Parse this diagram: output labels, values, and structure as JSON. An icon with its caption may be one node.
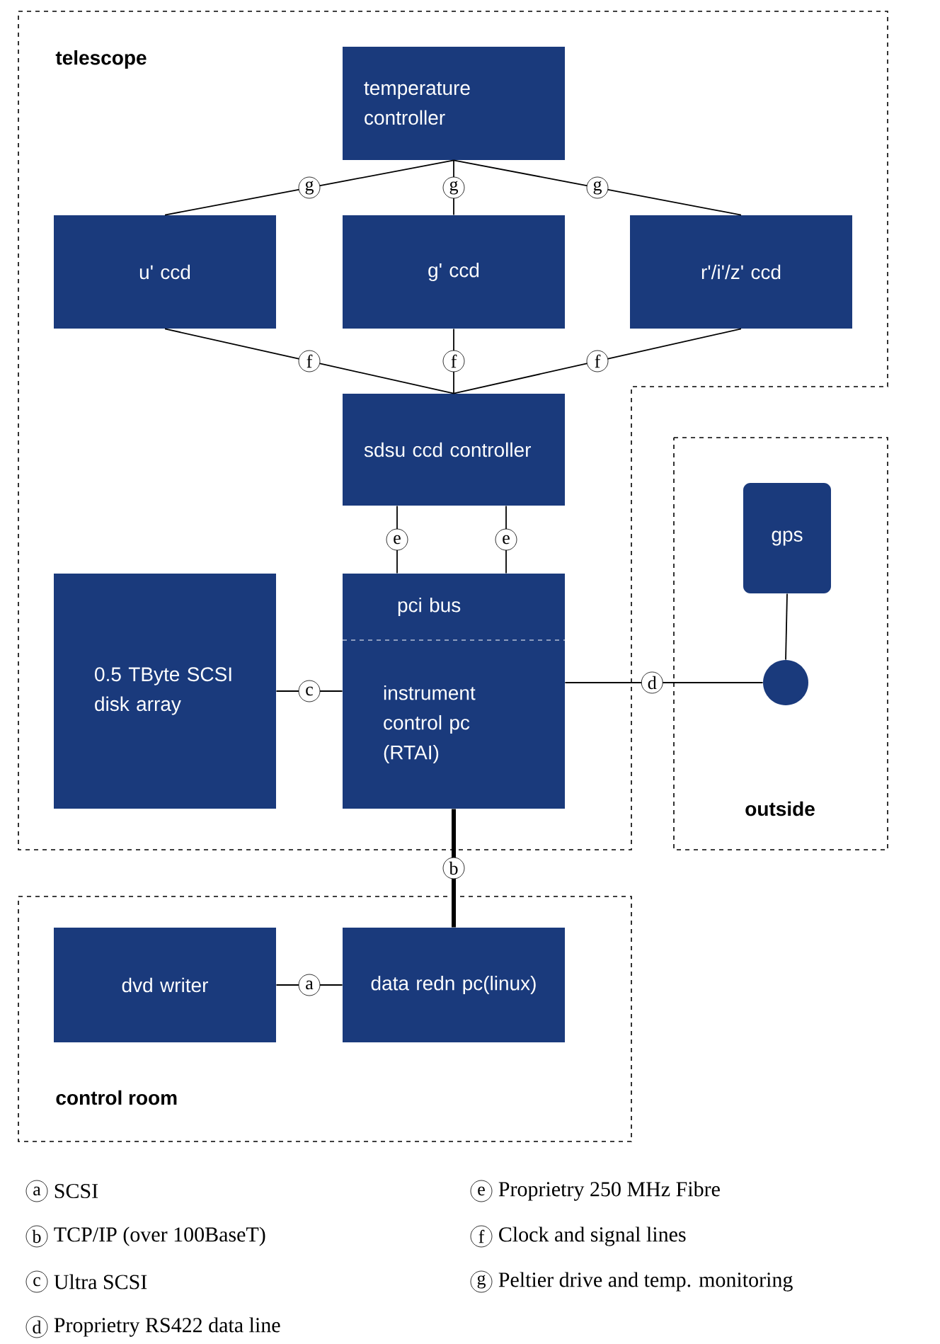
{
  "diagram": {
    "nodes": [
      {
        "text": [
          "telescope"
        ]
      },
      {
        "text": [
          "temperature controller"
        ],
        "in": 0
      },
      {
        "text": [
          "u' ccd"
        ],
        "in": 0
      },
      {
        "text": [
          "g' ccd"
        ],
        "in": 0
      },
      {
        "text": [
          "r'/i'/z' ccd"
        ],
        "in": 0
      },
      {
        "text": [
          "sdsu ccd controller"
        ],
        "in": 0
      },
      {
        "text": [
          "0.5 TByte SCSI disk array"
        ],
        "in": 0
      },
      {
        "text": [
          "pci bus",
          "instrument control pc (RTAI)"
        ],
        "in": 0
      },
      {
        "text": [
          "outside"
        ]
      },
      {
        "text": [
          "gps"
        ],
        "in": 8
      },
      {
        "text": [],
        "shape": "circle",
        "in": 8
      },
      {
        "text": [
          "control room"
        ]
      },
      {
        "text": [
          "dvd writer"
        ],
        "in": 11
      },
      {
        "text": [
          "data redn pc(linux)"
        ],
        "in": 11
      }
    ],
    "edges": [
      {
        "from": 1,
        "to": 2,
        "arrow": "none",
        "label": "g"
      },
      {
        "from": 1,
        "to": 3,
        "arrow": "none",
        "label": "g"
      },
      {
        "from": 1,
        "to": 4,
        "arrow": "none",
        "label": "g"
      },
      {
        "from": 2,
        "to": 5,
        "arrow": "none",
        "label": "f"
      },
      {
        "from": 3,
        "to": 5,
        "arrow": "none",
        "label": "f"
      },
      {
        "from": 4,
        "to": 5,
        "arrow": "none",
        "label": "f"
      },
      {
        "from": 5,
        "to": 7,
        "arrow": "none",
        "label": "e"
      },
      {
        "from": 5,
        "to": 7,
        "arrow": "none",
        "label": "e"
      },
      {
        "from": 6,
        "to": 7,
        "arrow": "none",
        "label": "c"
      },
      {
        "from": 7,
        "to": 10,
        "arrow": "none",
        "label": "d"
      },
      {
        "from": 9,
        "to": 10,
        "arrow": "none"
      },
      {
        "from": 7,
        "to": 13,
        "arrow": "none",
        "label": "b",
        "style": "thick"
      },
      {
        "from": 12,
        "to": 13,
        "arrow": "none",
        "label": "a"
      }
    ],
    "labels": [
      "a",
      "b",
      "c",
      "d",
      "e",
      "f",
      "g"
    ],
    "legend": [
      {
        "text": "SCSI"
      },
      {
        "text": "TCP/IP (over 100BaseT)"
      },
      {
        "text": "Ultra SCSI"
      },
      {
        "text": "Proprietry RS422 data line"
      },
      {
        "text": "Proprietry 250 MHz Fibre"
      },
      {
        "text": "Clock and signal lines"
      },
      {
        "text": "Peltier drive and temp. monitoring"
      }
    ]
  }
}
